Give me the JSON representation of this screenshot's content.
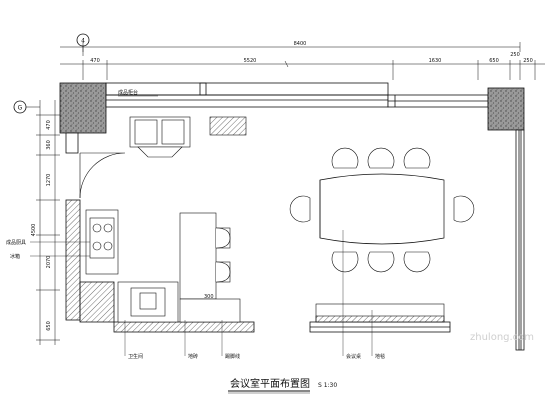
{
  "title": "会议室平面布置图",
  "scale": "S 1:30",
  "grid_bubbles": {
    "top": "4",
    "left": "G"
  },
  "dims_top": {
    "overall": "8400",
    "segments": [
      "470",
      "5520",
      "1630",
      "650",
      "250",
      "250"
    ]
  },
  "dims_left": [
    "470",
    "360",
    "1270",
    "4500",
    "2070",
    "650"
  ],
  "callouts": {
    "top_counter": "成品柜台",
    "left_1": "成品厨具",
    "left_2": "冰箱",
    "bottom": [
      "卫生间",
      "地砖",
      "踢脚线",
      "会议桌",
      "地毯"
    ]
  },
  "counter_dim": "300",
  "watermark": "zhulong.com"
}
